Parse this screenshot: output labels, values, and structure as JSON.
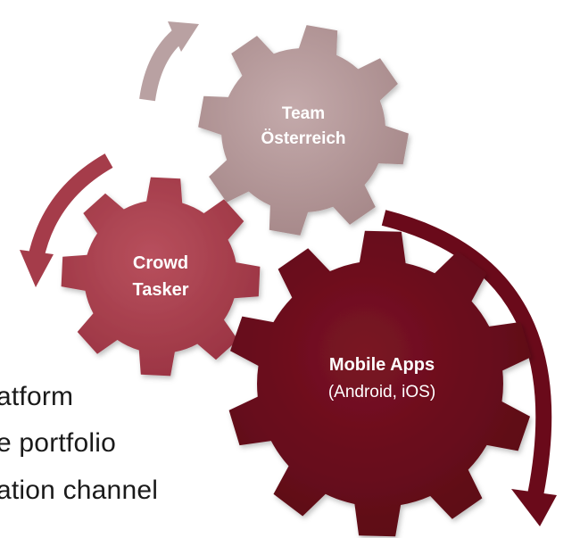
{
  "gears": {
    "team": {
      "line1": "Team",
      "line2": "Österreich",
      "color": "#b09293"
    },
    "crowd": {
      "line1": "Crowd",
      "line2": "Tasker",
      "color": "#a53c4a"
    },
    "mobile": {
      "line1": "Mobile Apps",
      "line2": "(Android, iOS)",
      "color": "#6a0a1a"
    }
  },
  "arrows": {
    "top_color": "#b9a1a2",
    "left_color": "#a53c4a",
    "right_color": "#6a0a1a"
  },
  "text_lines": [
    "atform",
    "e portfolio",
    "ation channel"
  ]
}
